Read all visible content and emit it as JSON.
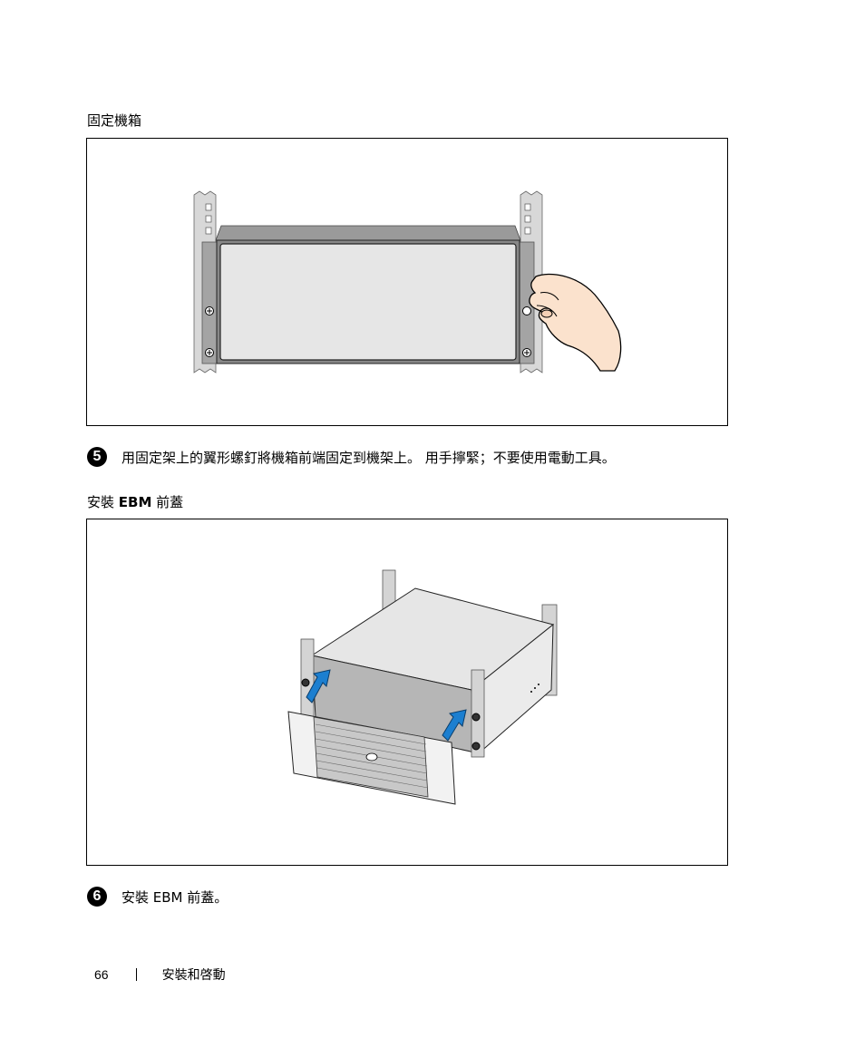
{
  "section1": {
    "heading": "固定機箱"
  },
  "step5": {
    "number": "5",
    "text": "用固定架上的翼形螺釘將機箱前端固定到機架上。 用手擰緊；不要使用電動工具。"
  },
  "section2": {
    "heading_prefix": "安裝 ",
    "heading_bold": "EBM",
    "heading_suffix": " 前蓋"
  },
  "step6": {
    "number": "6",
    "text": "安裝 EBM 前蓋。"
  },
  "footer": {
    "page_number": "66",
    "chapter": "安裝和啓動"
  }
}
